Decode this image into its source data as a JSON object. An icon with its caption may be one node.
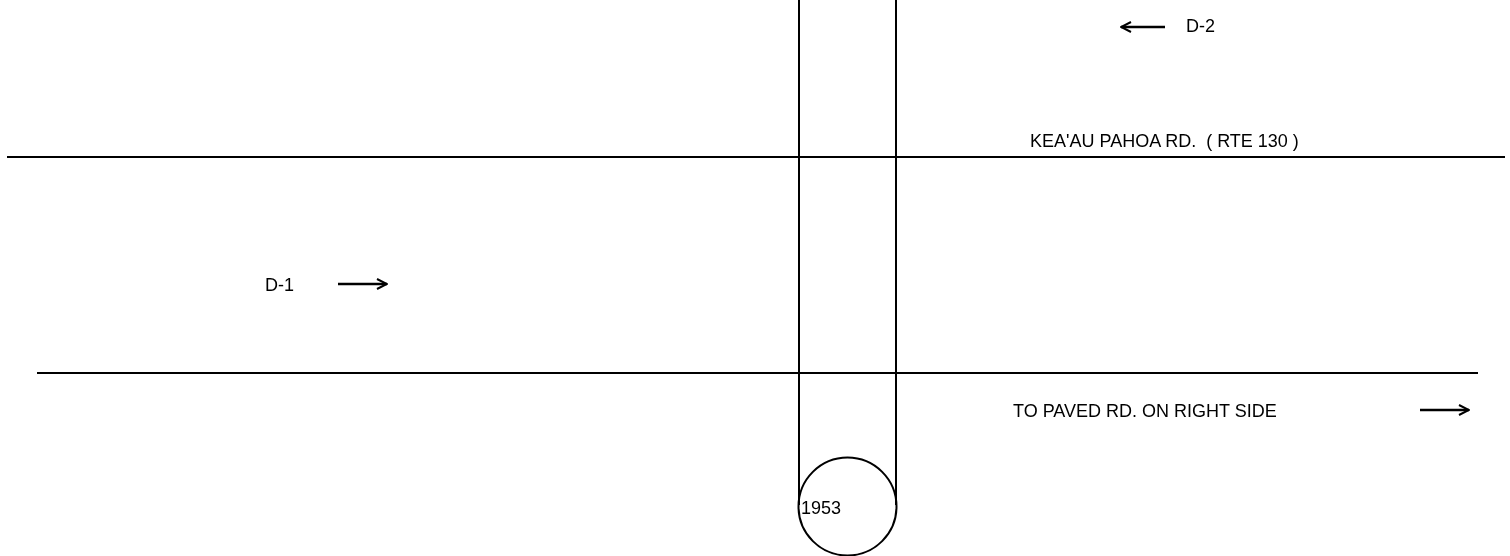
{
  "diagram": {
    "nodes": [
      {
        "text": [
          "1953"
        ]
      }
    ],
    "labels": [
      "D-2",
      "KEA'AU PAHOA RD.  ( RTE 130 )",
      "D-1",
      "TO PAVED RD. ON RIGHT SIDE"
    ]
  }
}
